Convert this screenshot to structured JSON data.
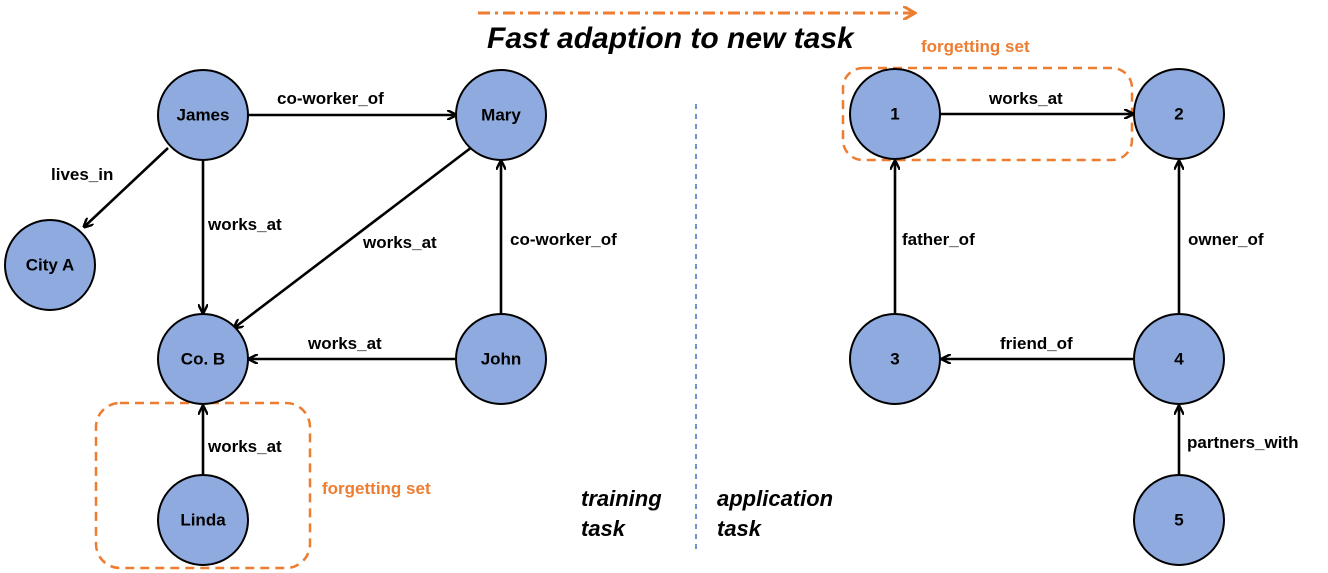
{
  "title": "Fast adaption to new task",
  "training_task": {
    "label_line1": "training",
    "label_line2": "task",
    "forgetting_set_label": "forgetting set",
    "nodes": {
      "james": "James",
      "mary": "Mary",
      "city_a": "City A",
      "co_b": "Co. B",
      "john": "John",
      "linda": "Linda"
    },
    "edges": {
      "james_mary": "co-worker_of",
      "james_city": "lives_in",
      "james_cob": "works_at",
      "mary_cob": "works_at",
      "john_mary": "co-worker_of",
      "john_cob": "works_at",
      "linda_cob": "works_at"
    }
  },
  "application_task": {
    "label_line1": "application",
    "label_line2": "task",
    "forgetting_set_label": "forgetting set",
    "nodes": {
      "n1": "1",
      "n2": "2",
      "n3": "3",
      "n4": "4",
      "n5": "5"
    },
    "edges": {
      "n1_n2": "works_at",
      "n3_n1": "father_of",
      "n4_n2": "owner_of",
      "n4_n3": "friend_of",
      "n5_n4": "partners_with"
    }
  },
  "colors": {
    "node_fill": "#8eaadf",
    "forgetting_set": "#ed7d31",
    "divider": "#4472c4"
  }
}
